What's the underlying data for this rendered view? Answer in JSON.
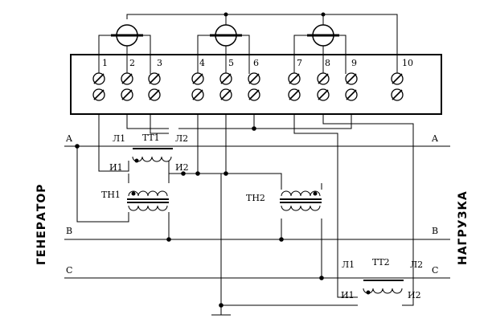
{
  "terminals": [
    "1",
    "2",
    "3",
    "4",
    "5",
    "6",
    "7",
    "8",
    "9",
    "10"
  ],
  "phases": {
    "a_left": "A",
    "a_right": "A",
    "b_left": "B",
    "b_right": "B",
    "c_left": "C",
    "c_right": "C"
  },
  "tt1": {
    "name": "ТТ1",
    "l1": "Л1",
    "l2": "Л2",
    "i1": "И1",
    "i2": "И2"
  },
  "tt2": {
    "name": "ТТ2",
    "l1": "Л1",
    "l2": "Л2",
    "i1": "И1",
    "i2": "И2"
  },
  "th1": {
    "name": "ТН1"
  },
  "th2": {
    "name": "ТН2"
  },
  "side_labels": {
    "left": "ГЕНЕРАТОР",
    "right": "НАГРУЗКА"
  }
}
